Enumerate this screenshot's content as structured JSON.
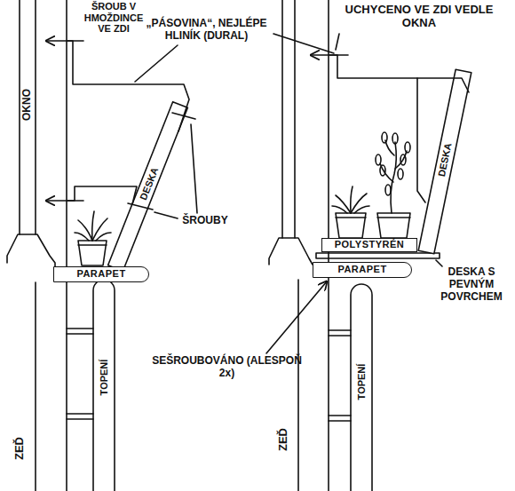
{
  "diagram": {
    "nodes": [
      {
        "text": [
          "PARAPET"
        ]
      },
      {
        "text": [
          "POLYSTYRÉN"
        ]
      },
      {
        "text": [
          "PARAPET"
        ]
      }
    ],
    "labels": [
      "ŠROUB V HMOŽDINCE VE ZDI",
      "„PÁSOVINA“, NEJLÉPE HLINÍK (DURAL)",
      "UCHYCENO VE ZDI VEDLE OKNA",
      "OKNO",
      "DESKA",
      "ŠROUBY",
      "DESKA",
      "DESKA S PEVNÝM POVRCHEM",
      "SEŠROUBOVÁNO (ALESPOŇ 2x)",
      "ZEĎ",
      "TOPENÍ",
      "ZEĎ",
      "TOPENÍ"
    ]
  }
}
